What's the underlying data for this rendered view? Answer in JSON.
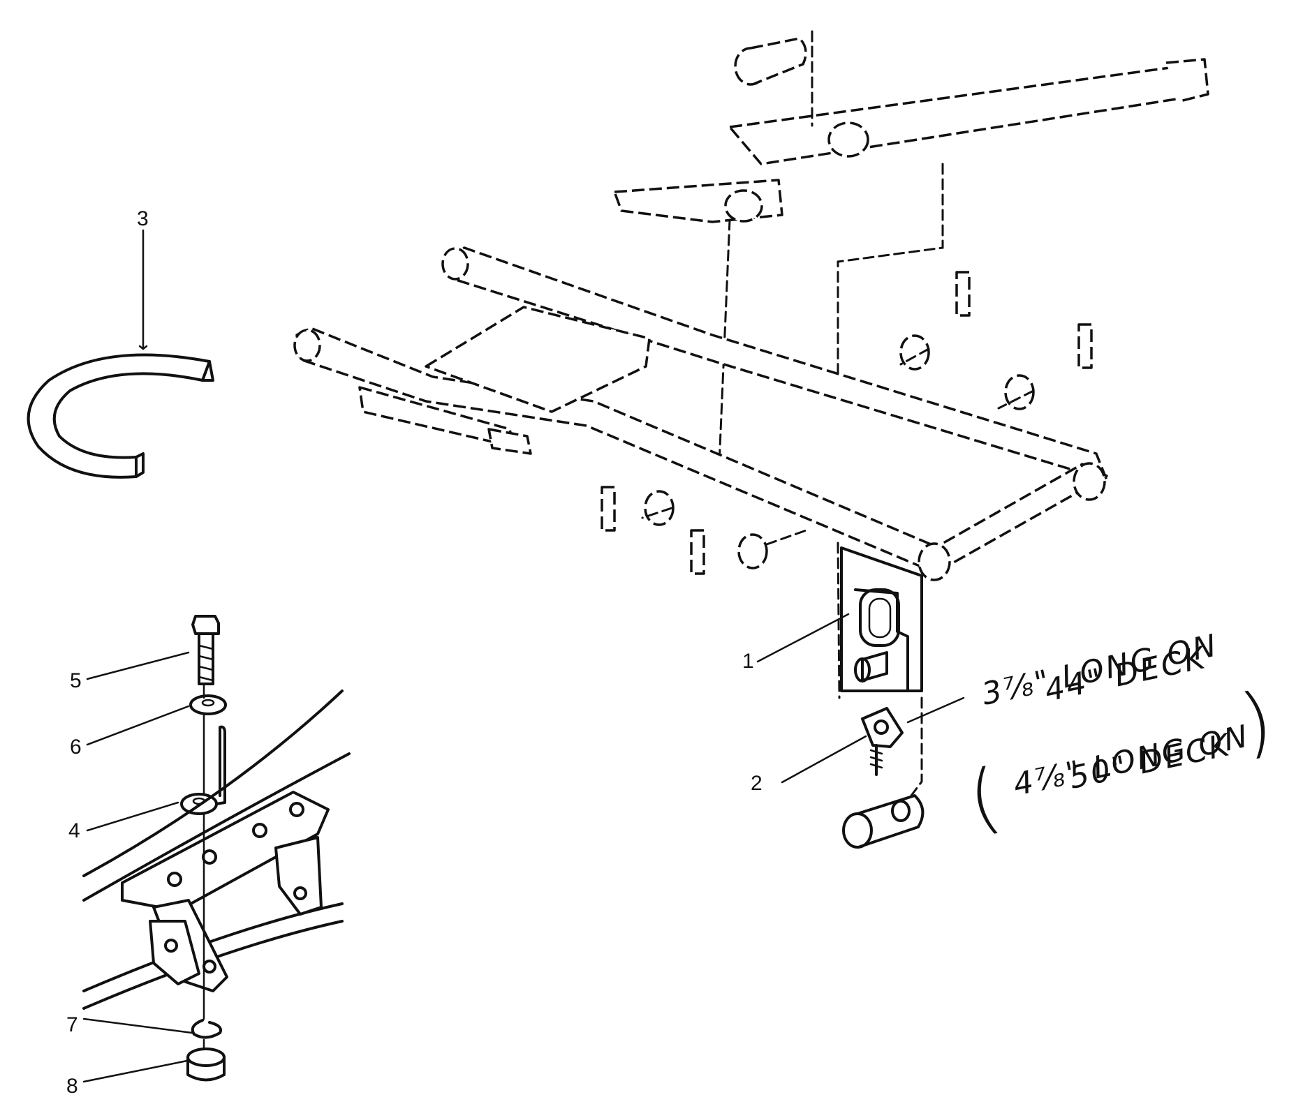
{
  "callouts": [
    "1",
    "2",
    "3",
    "4",
    "5",
    "6",
    "7",
    "8"
  ],
  "notes": {
    "line1": "3⅞\" LONG ON",
    "line2": "44\" DECK",
    "line3": "4⅞\" LONG ON",
    "line4": "50\" DECK"
  },
  "icons": [
    "frame-icon",
    "snap-ring-icon",
    "bolt-icon",
    "washer-icon",
    "lift-arm-icon",
    "bracket-icon",
    "eyebolt-icon",
    "pin-icon"
  ]
}
